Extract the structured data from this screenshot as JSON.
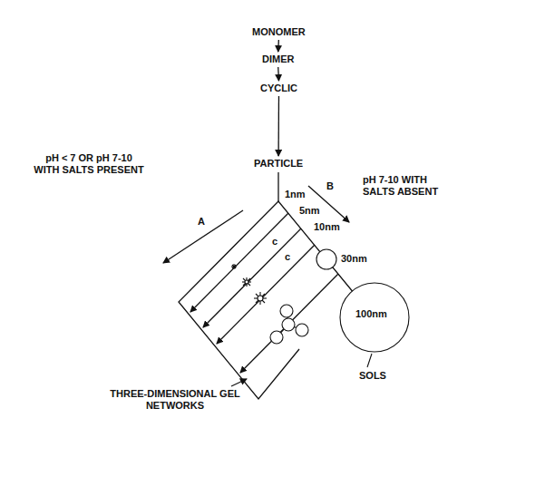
{
  "diagram": {
    "nodes": [
      {
        "text": [
          "MONOMER"
        ]
      },
      {
        "text": [
          "DIMER"
        ]
      },
      {
        "text": [
          "CYCLIC"
        ]
      },
      {
        "text": [
          "PARTICLE"
        ]
      }
    ],
    "edges": [
      {
        "from": 0,
        "to": 1,
        "arrow": "to"
      },
      {
        "from": 1,
        "to": 2,
        "arrow": "to"
      },
      {
        "from": 2,
        "to": 3,
        "arrow": "to"
      }
    ],
    "labels": [
      "pH < 7 OR pH 7-10 WITH SALTS PRESENT",
      "A",
      "pH 7-10 WITH SALTS ABSENT",
      "B",
      "1nm",
      "c",
      "5nm",
      "c",
      "10nm",
      "30nm",
      "100nm",
      "THREE-DIMENSIONAL GEL NETWORKS",
      "SOLS"
    ]
  }
}
